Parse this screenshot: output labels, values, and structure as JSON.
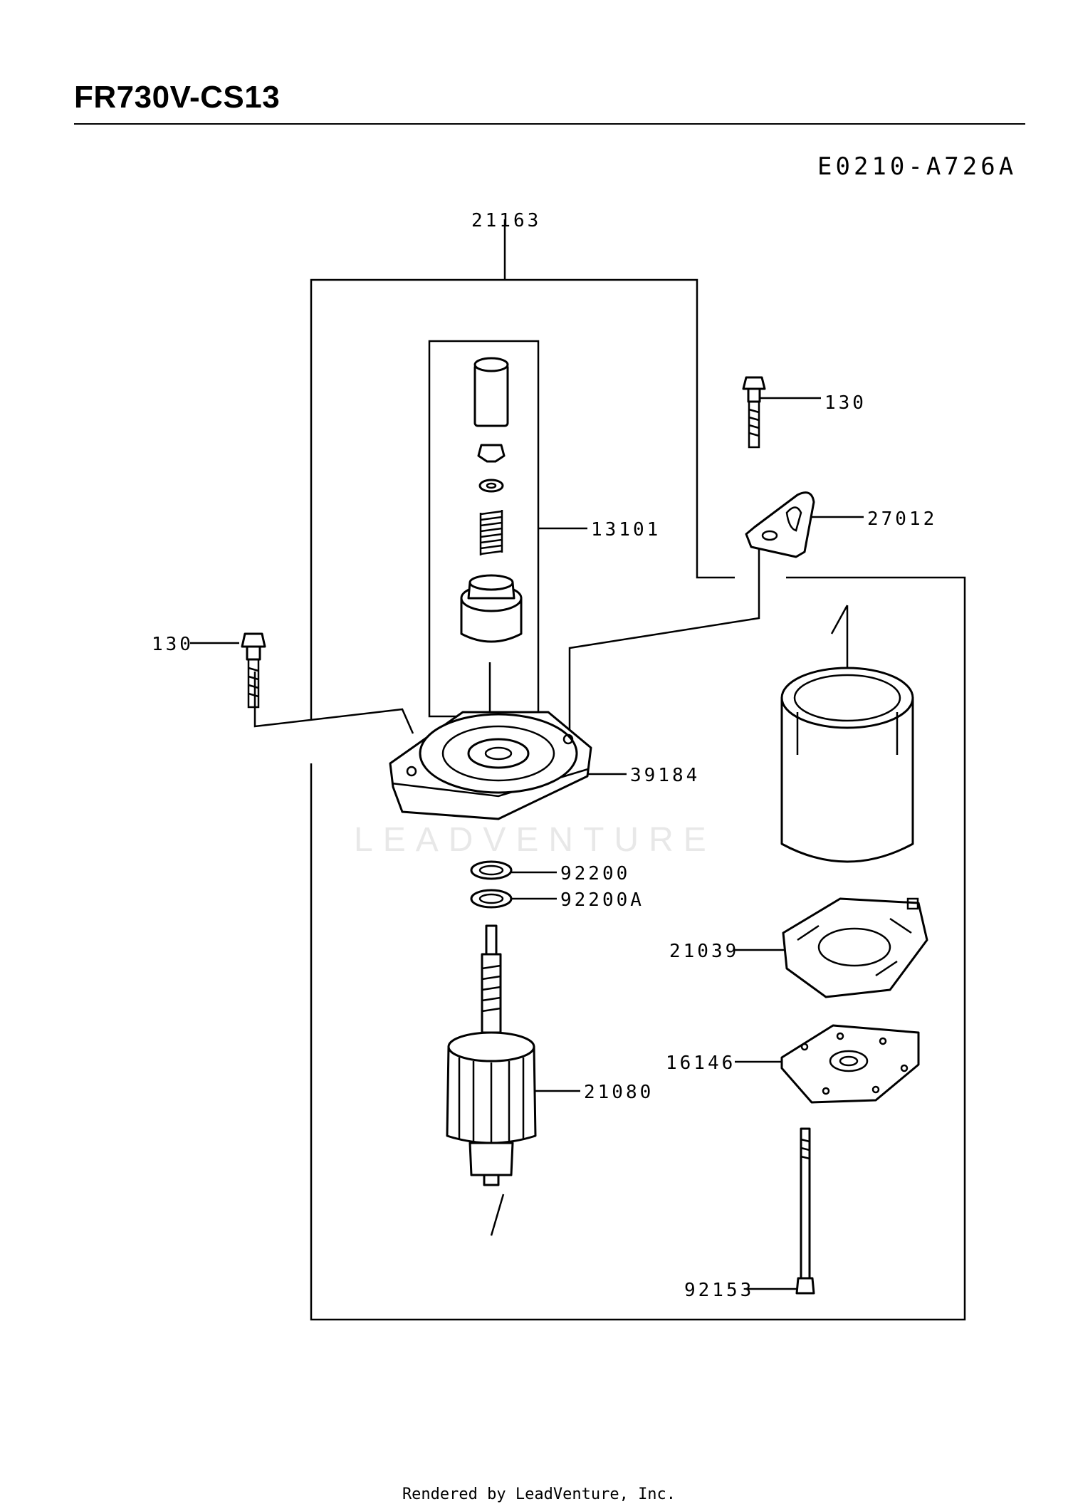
{
  "header": {
    "title": "FR730V-CS13",
    "drawing_code": "E0210-A726A"
  },
  "callouts": {
    "assembly": "21163",
    "bolt_top": "130",
    "pinion_kit": "13101",
    "bracket": "27012",
    "bolt_left": "130",
    "front_cover": "39184",
    "washer": "92200",
    "washer_a": "92200A",
    "brush_holder": "21039",
    "end_plate": "16146",
    "armature": "21080",
    "through_bolt": "92153"
  },
  "watermark": "LEADVENTURE",
  "footer": "Rendered by LeadVenture, Inc."
}
